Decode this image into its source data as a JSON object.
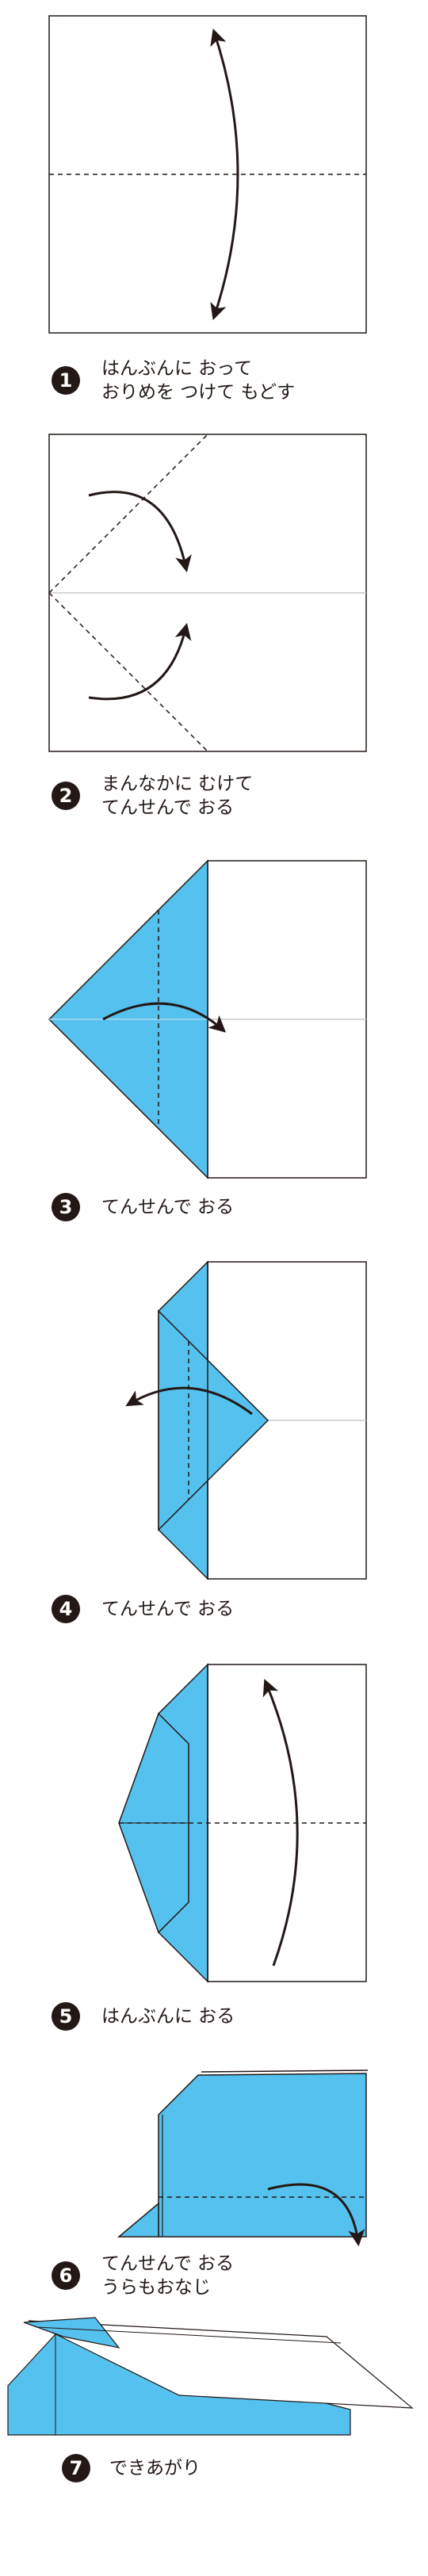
{
  "colors": {
    "paper_front": "#55c1ee",
    "paper_back": "#ffffff",
    "line": "#231815",
    "fold_guide": "#c9c9c9"
  },
  "steps": [
    {
      "number": "1",
      "lines": [
        "はんぶんに おって",
        "おりめを つけて もどす"
      ]
    },
    {
      "number": "2",
      "lines": [
        "まんなかに むけて",
        "てんせんで おる"
      ]
    },
    {
      "number": "3",
      "lines": [
        "てんせんで おる"
      ]
    },
    {
      "number": "4",
      "lines": [
        "てんせんで おる"
      ]
    },
    {
      "number": "5",
      "lines": [
        "はんぶんに おる"
      ]
    },
    {
      "number": "6",
      "lines": [
        "てんせんで おる",
        "うらもおなじ"
      ]
    },
    {
      "number": "7",
      "lines": [
        "できあがり"
      ]
    }
  ]
}
